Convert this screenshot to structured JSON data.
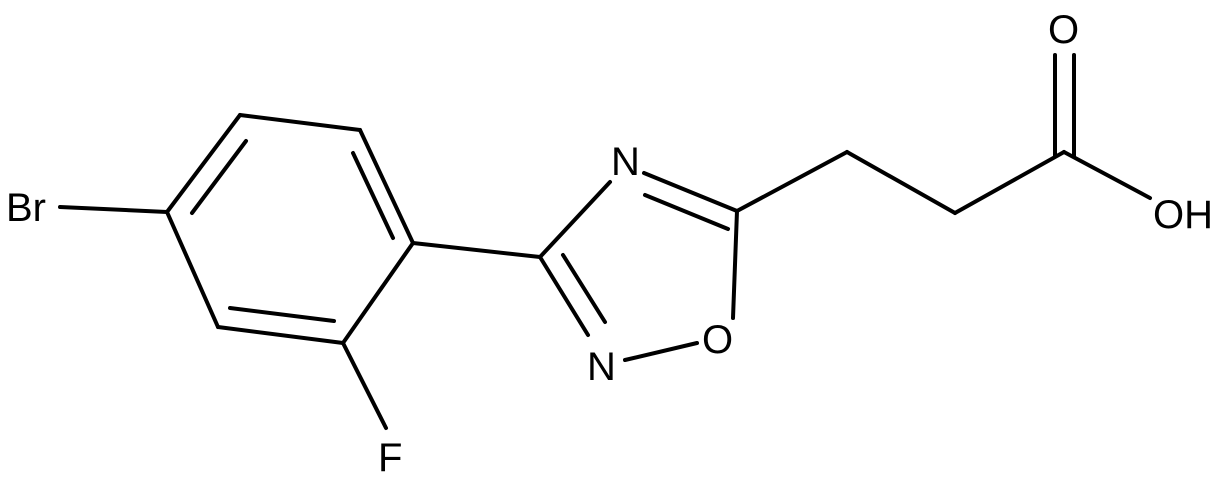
{
  "molecule": {
    "atoms": {
      "br": "Br",
      "f": "F",
      "n_top": "N",
      "n_bottom": "N",
      "o_ring": "O",
      "o_carbonyl": "O",
      "oh": "OH"
    }
  },
  "colors": {
    "bond": "#000000",
    "label": "#000000",
    "background": "#ffffff"
  }
}
